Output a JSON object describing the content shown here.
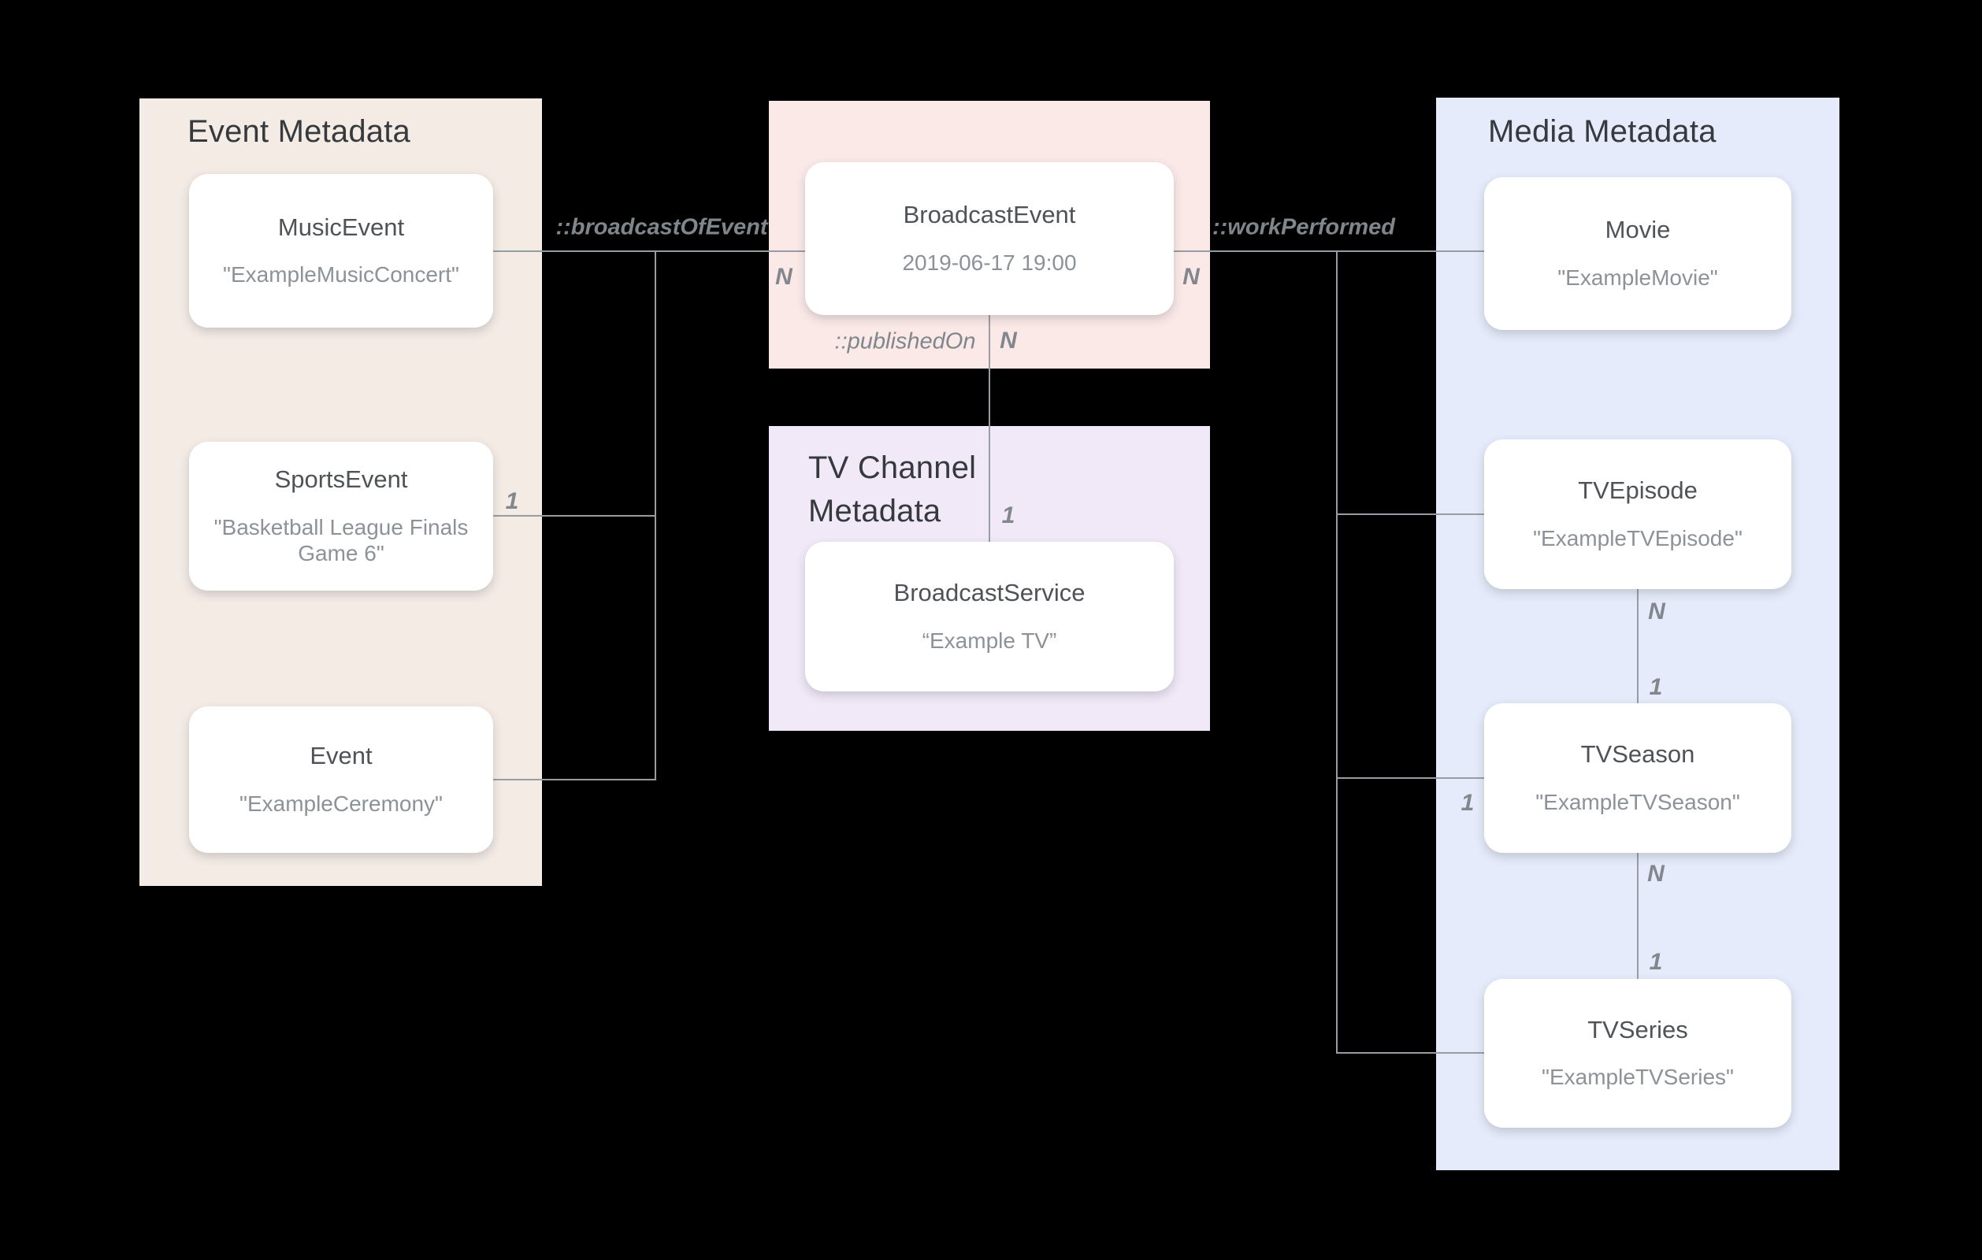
{
  "diagram": {
    "background": "#000000",
    "line_color": "#979da3",
    "panels": {
      "event": {
        "title": "Event Metadata",
        "bg": "#f4ebe5"
      },
      "broadcast": {
        "title": "",
        "bg": "#fbe9e7"
      },
      "tv_channel": {
        "title": "TV Channel Metadata",
        "bg": "#f1e9f8"
      },
      "media": {
        "title": "Media Metadata",
        "bg": "#e5ebfa"
      }
    },
    "cards": {
      "music_event": {
        "title": "MusicEvent",
        "subtitle": "\"ExampleMusicConcert\""
      },
      "sports_event": {
        "title": "SportsEvent",
        "subtitle": "\"Basketball League Finals Game 6\""
      },
      "event": {
        "title": "Event",
        "subtitle": "\"ExampleCeremony\""
      },
      "broadcast_event": {
        "title": "BroadcastEvent",
        "subtitle": "2019-06-17 19:00"
      },
      "broadcast_service": {
        "title": "BroadcastService",
        "subtitle": "“Example TV”"
      },
      "movie": {
        "title": "Movie",
        "subtitle": "\"ExampleMovie\""
      },
      "tv_episode": {
        "title": "TVEpisode",
        "subtitle": "\"ExampleTVEpisode\""
      },
      "tv_season": {
        "title": "TVSeason",
        "subtitle": "\"ExampleTVSeason\""
      },
      "tv_series": {
        "title": "TVSeries",
        "subtitle": "\"ExampleTVSeries\""
      }
    },
    "relations": {
      "broadcast_of_event": "::broadcastOfEvent",
      "work_performed": "::workPerformed",
      "published_on": "::publishedOn"
    },
    "cardinalities": {
      "broadcast_left_n": "N",
      "broadcast_right_n": "N",
      "published_on_n": "N",
      "published_on_1": "1",
      "sports_event_1": "1",
      "tv_season_stub_1": "1",
      "episode_to_season_n": "N",
      "episode_to_season_1": "1",
      "season_to_series_n": "N",
      "season_to_series_1": "1"
    }
  }
}
